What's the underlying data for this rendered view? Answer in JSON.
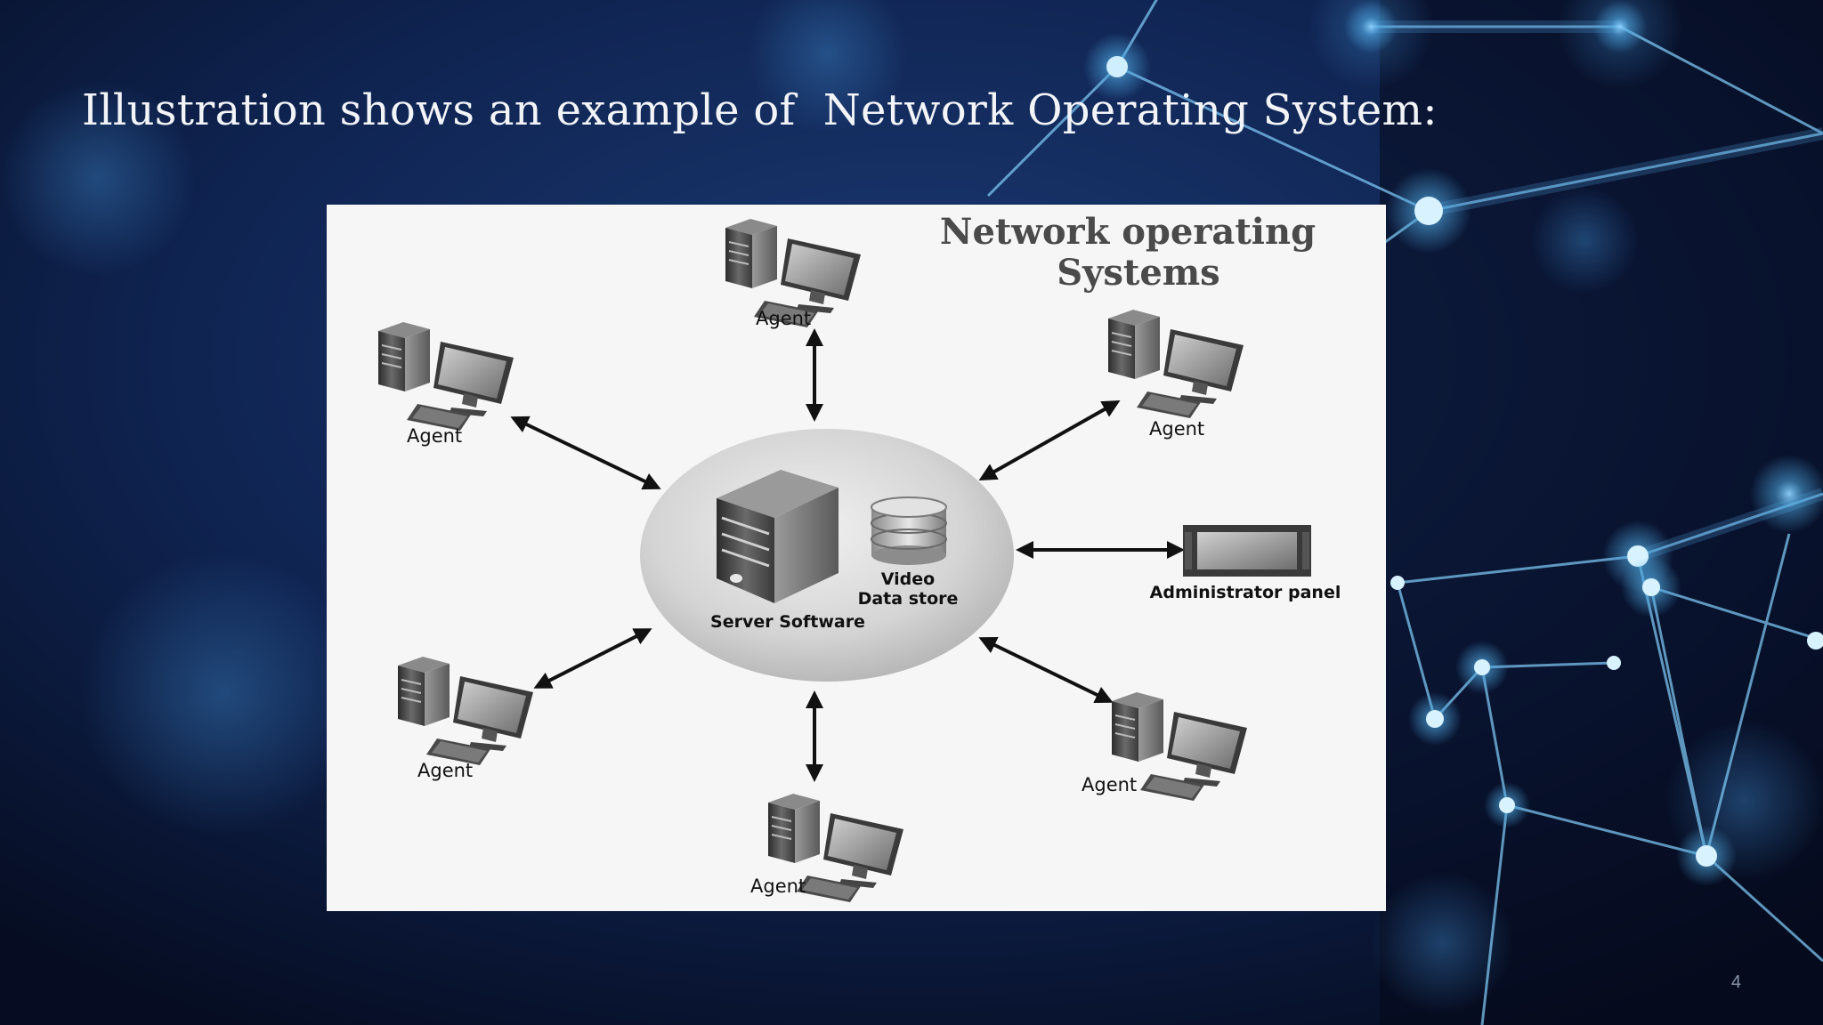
{
  "slide": {
    "title": "Illustration shows an example of  Network Operating System:",
    "page_number": "4"
  },
  "diagram": {
    "title_line1": "Network operating",
    "title_line2": "Systems",
    "hub": {
      "server_label": "Server Software",
      "datastore_label_line1": "Video",
      "datastore_label_line2": "Data store"
    },
    "admin_label": "Administrator panel",
    "agents": [
      {
        "label": "Agent"
      },
      {
        "label": "Agent"
      },
      {
        "label": "Agent"
      },
      {
        "label": "Agent"
      },
      {
        "label": "Agent"
      },
      {
        "label": "Agent"
      }
    ]
  },
  "colors": {
    "background": "#0b1a3c",
    "network_glow": "#4fa8e0",
    "figure_background": "#f6f6f6",
    "title_text": "#f2f4f8"
  }
}
